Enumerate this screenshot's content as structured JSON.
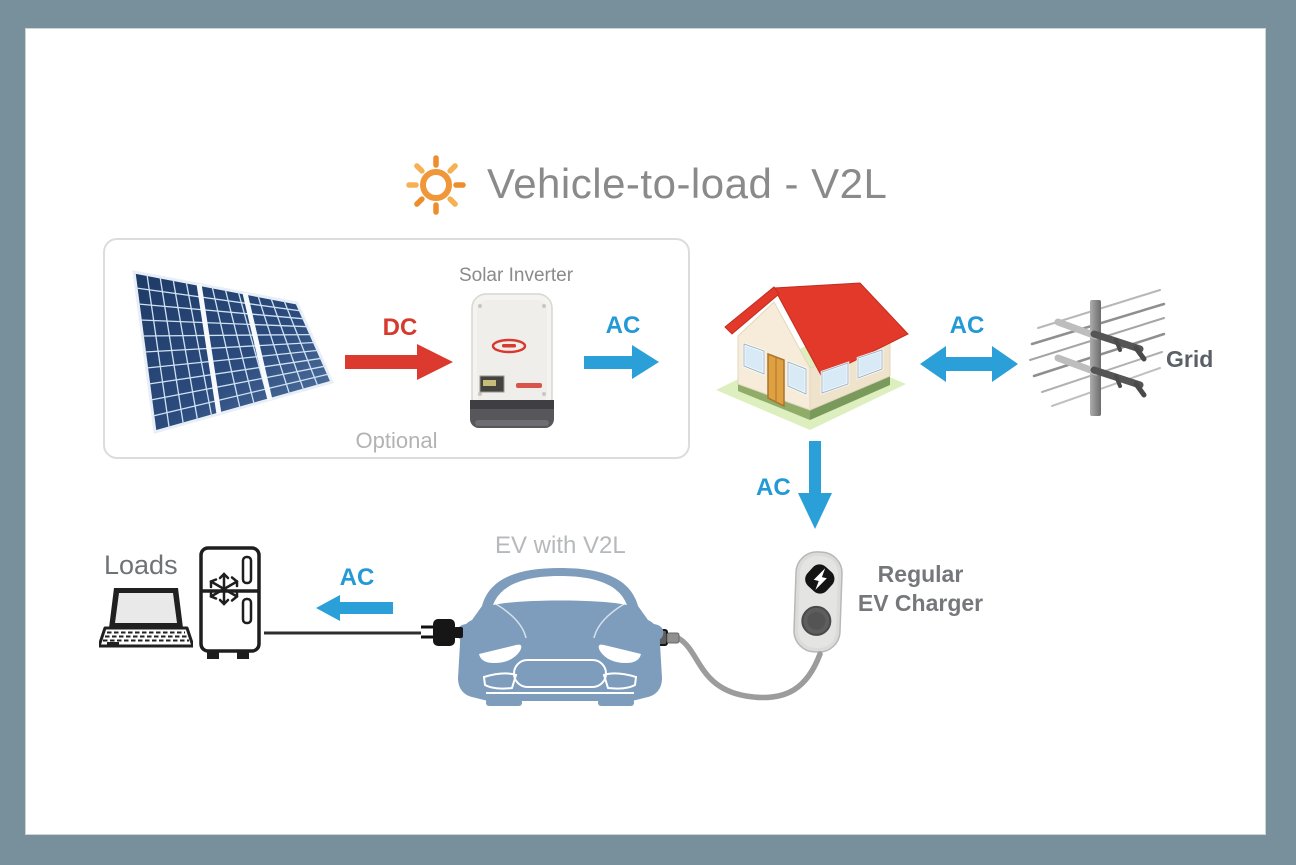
{
  "title": {
    "text": "Vehicle-to-load - V2L",
    "icon": "sun-icon",
    "color": "#8A8A8A"
  },
  "optional_group": {
    "box_label": "Optional",
    "solar_inverter_label": "Solar Inverter",
    "dc_arrow_label": "DC",
    "ac_arrow_label": "AC"
  },
  "house_grid": {
    "ac_arrow_label": "AC",
    "grid_label": "Grid"
  },
  "charger": {
    "ac_arrow_label": "AC",
    "label_line1": "Regular",
    "label_line2": "EV Charger"
  },
  "ev": {
    "label": "EV with V2L"
  },
  "loads": {
    "label": "Loads",
    "ac_arrow_label": "AC"
  },
  "colors": {
    "ac_blue": "#2399D6",
    "dc_red": "#D6392D",
    "frame_border": "#78909C",
    "panel_navy": "#223F70",
    "roof_red": "#E2392A",
    "car_blue": "#7E9CBC"
  }
}
